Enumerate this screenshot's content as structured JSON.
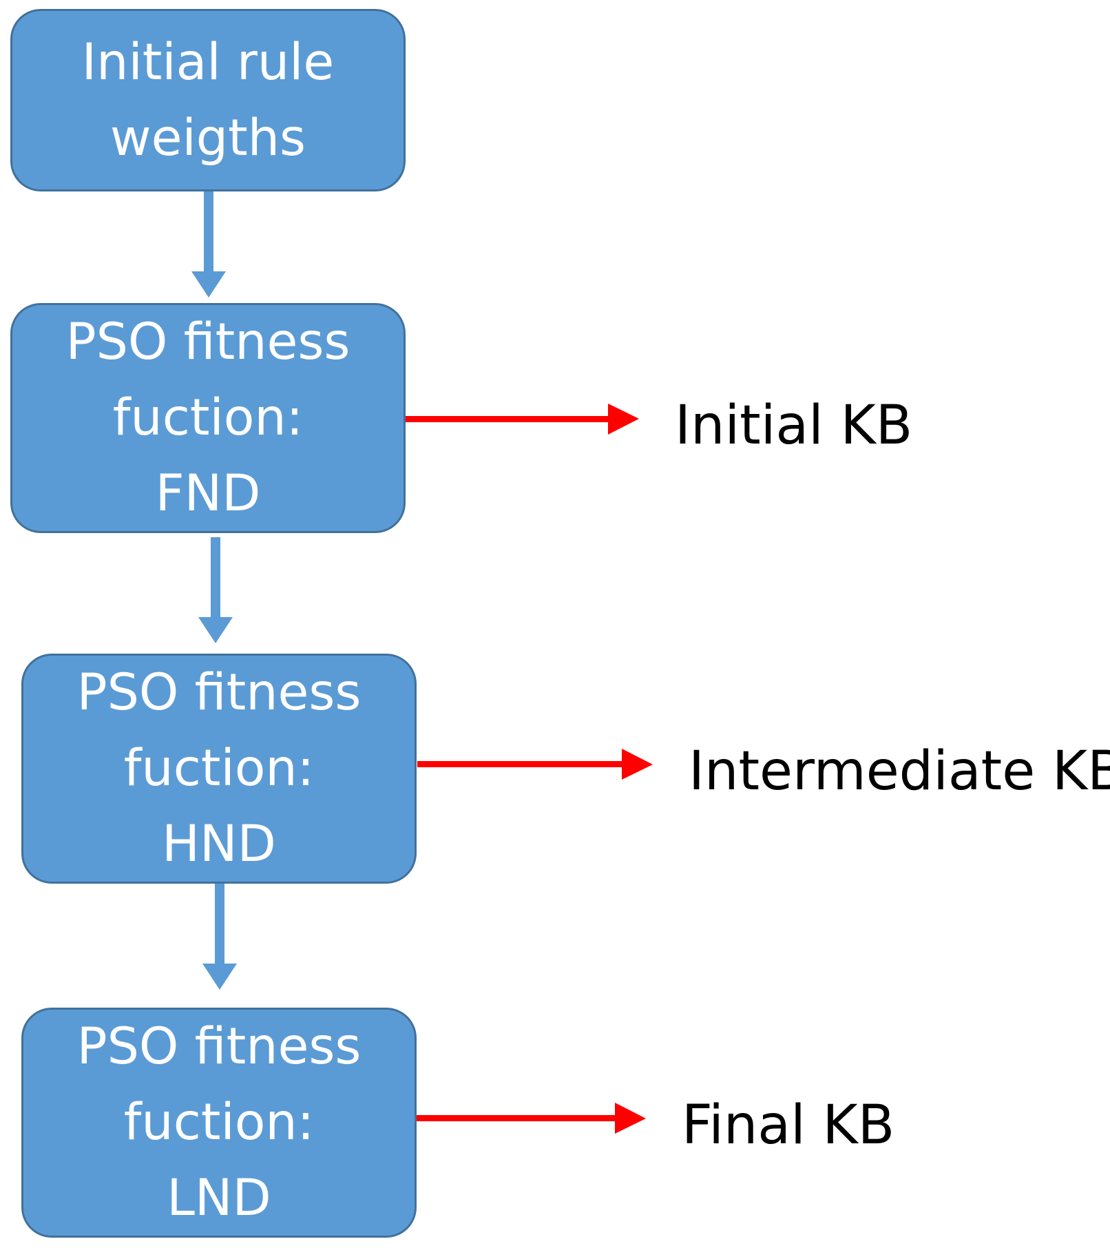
{
  "nodes": [
    {
      "id": "start",
      "lines": [
        "Initial rule",
        "weigths"
      ]
    },
    {
      "id": "fnd",
      "lines": [
        "PSO fitness",
        "fuction:",
        "FND"
      ]
    },
    {
      "id": "hnd",
      "lines": [
        "PSO fitness",
        "fuction:",
        "HND"
      ]
    },
    {
      "id": "lnd",
      "lines": [
        "PSO fitness",
        "fuction:",
        "LND"
      ]
    }
  ],
  "outputs": [
    {
      "from": "fnd",
      "label": "Initial KB"
    },
    {
      "from": "hnd",
      "label": "Intermediate KB"
    },
    {
      "from": "lnd",
      "label": "Final KB"
    }
  ],
  "colors": {
    "box_fill": "#5b9bd5",
    "box_border": "#41719c",
    "flow_arrow": "#5b9bd5",
    "output_arrow": "#ff0000",
    "box_text": "#ffffff",
    "label_text": "#000000"
  }
}
